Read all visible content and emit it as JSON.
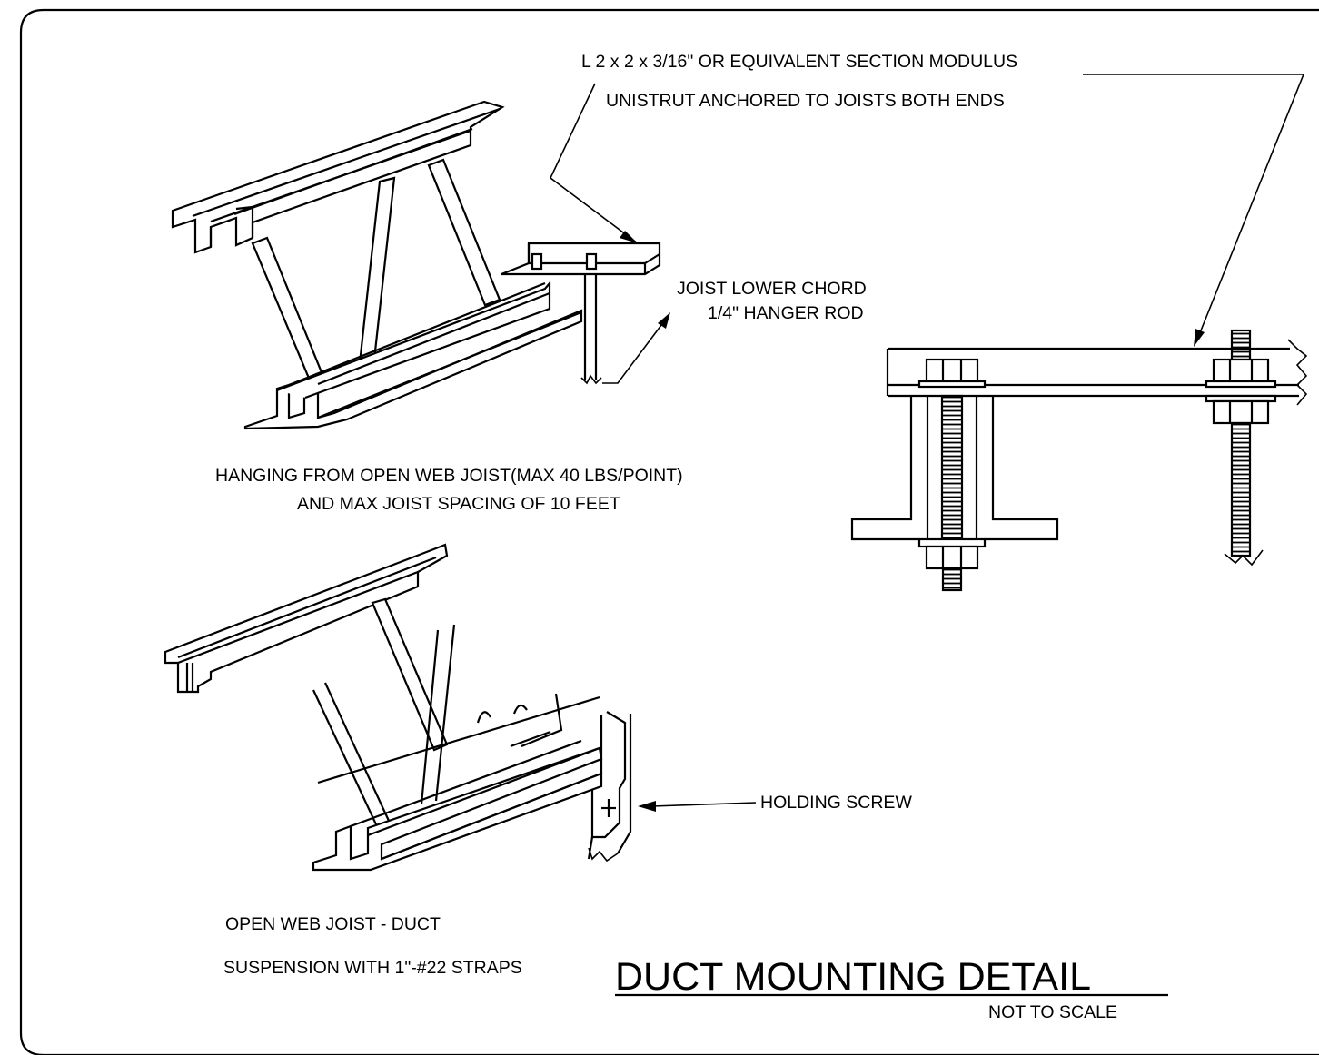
{
  "labels": {
    "angle_spec": "L 2 x 2 x 3/16\"  OR EQUIVALENT SECTION MODULUS",
    "unistrut": "UNISTRUT ANCHORED TO JOISTS BOTH ENDS",
    "lower_chord": "JOIST LOWER CHORD",
    "hanger_rod": "1/4\" HANGER ROD",
    "hanging_line1": "HANGING FROM OPEN WEB JOIST(MAX 40 LBS/POINT)",
    "hanging_line2": "AND MAX JOIST SPACING OF 10 FEET",
    "holding_screw": "HOLDING SCREW",
    "open_web_line1": "OPEN WEB JOIST - DUCT",
    "open_web_line2": "SUSPENSION WITH 1\"-#22 STRAPS"
  },
  "title_block": {
    "title": "DUCT MOUNTING DETAIL",
    "subtitle": "NOT TO SCALE"
  }
}
